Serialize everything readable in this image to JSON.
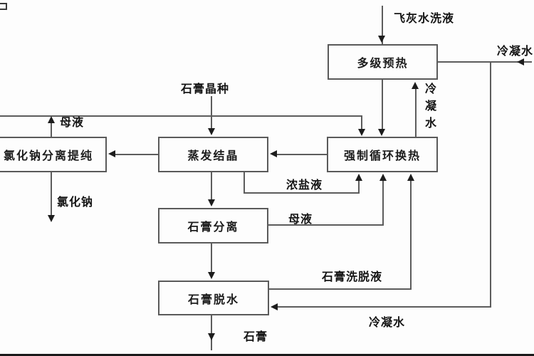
{
  "diagram": {
    "boxes": {
      "preheat": {
        "label": "多级预热"
      },
      "nacl_purify": {
        "label": "氯化钠分离提纯"
      },
      "evap_cryst": {
        "label": "蒸发结晶"
      },
      "forced_circ": {
        "label": "强制循环换热"
      },
      "gypsum_sep": {
        "label": "石膏分离"
      },
      "gypsum_dewater": {
        "label": "石膏脱水"
      }
    },
    "labels": {
      "feed": "飞灰水洗液",
      "condensate_top": "冷凝水",
      "condensate_mid": "冷凝水",
      "condensate_bottom": "冷凝水",
      "mother_liquor_left": "母液",
      "mother_liquor_mid": "母液",
      "gypsum_seed": "石膏晶种",
      "concentrated_salt": "浓盐液",
      "gypsum_wash_liquid": "石膏洗脱液",
      "nacl_output": "氯化钠",
      "gypsum_output": "石膏"
    },
    "colors": {
      "line": "#5c5c5c",
      "box_border": "#5a5a5a",
      "text": "#151515",
      "background": "#fdfdfd",
      "arrow": "#1d1d1d"
    }
  }
}
